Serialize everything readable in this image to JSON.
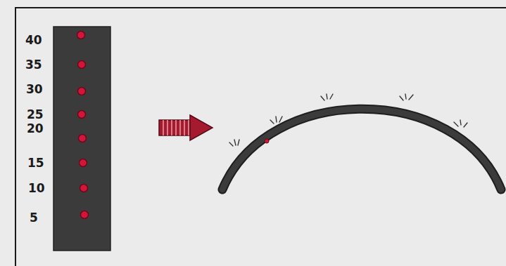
{
  "diagram": {
    "labels": [
      "40",
      "35",
      "30",
      "25",
      "20",
      "15",
      "10",
      "5"
    ]
  }
}
